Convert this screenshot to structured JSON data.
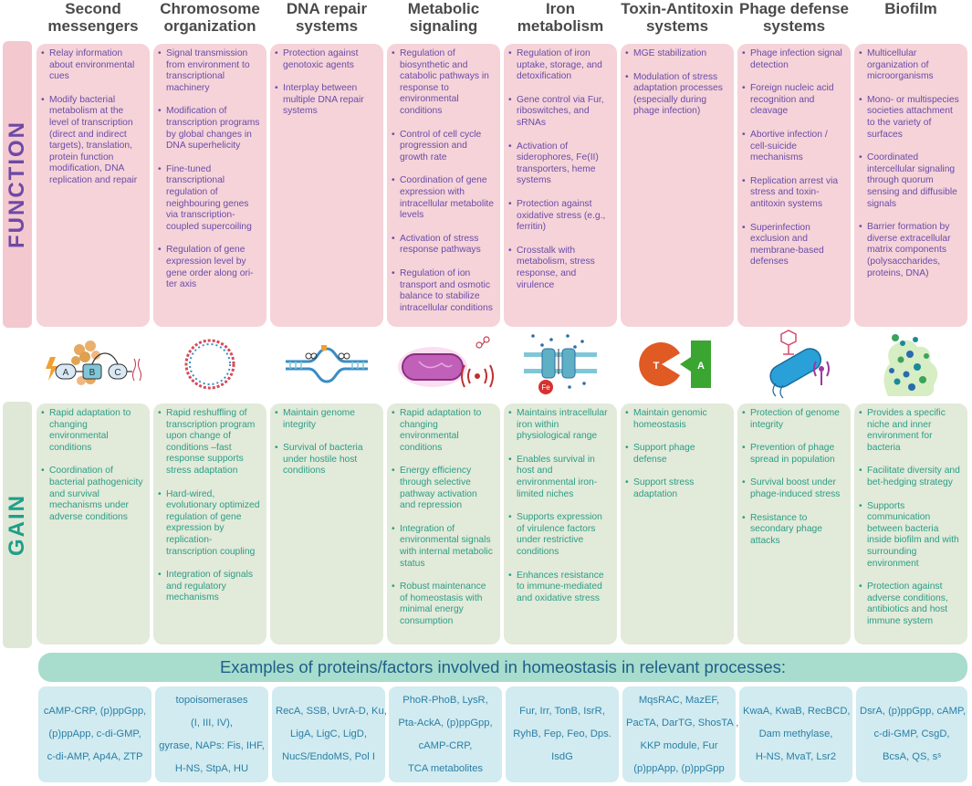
{
  "columns": [
    {
      "title": "Second messengers",
      "function": [
        "Relay information about environmental cues",
        "Modify bacterial metabolism at the level of transcription (direct and indirect targets), translation, protein function modification, DNA replication and repair"
      ],
      "gain": [
        "Rapid adaptation to changing environmental conditions",
        "Coordination of bacterial pathogenicity and survival mechanisms under adverse conditions"
      ],
      "examples": [
        "cAMP-CRP, (p)ppGpp,",
        "(p)ppApp, c-di-GMP,",
        "c-di-AMP, Ap4A, ZTP"
      ]
    },
    {
      "title": "Chromosome organization",
      "function": [
        "Signal transmission from environment to transcriptional machinery",
        "Modification of transcription programs by global changes in DNA superhelicity",
        "Fine-tuned transcriptional regulation of neighbouring genes via transcription-coupled supercoiling",
        "Regulation of gene expression level by gene order along ori-ter axis"
      ],
      "gain": [
        "Rapid reshuffling of transcription program upon change of conditions –fast response supports stress adaptation",
        "Hard-wired, evolutionary optimized regulation of gene expression by replication-transcription coupling",
        "Integration of signals and regulatory mechanisms"
      ],
      "examples": [
        "topoisomerases",
        "(I, III, IV),",
        "gyrase, NAPs: Fis, IHF,",
        "H-NS, StpA, HU"
      ]
    },
    {
      "title": "DNA repair systems",
      "function": [
        "Protection against genotoxic agents",
        "Interplay between multiple DNA repair systems"
      ],
      "gain": [
        "Maintain genome integrity",
        "Survival of bacteria under hostile host conditions"
      ],
      "examples": [
        "RecA, SSB, UvrA-D, Ku,",
        "LigA, LigC, LigD,",
        "NucS/EndoMS, Pol I"
      ]
    },
    {
      "title": "Metabolic signaling",
      "function": [
        "Regulation of biosynthetic and catabolic pathways in response to environmental conditions",
        "Control of cell cycle progression and growth rate",
        "Coordination of gene expression with intracellular metabolite levels",
        "Activation of stress response pathways",
        "Regulation of ion transport and osmotic balance to stabilize intracellular conditions"
      ],
      "gain": [
        "Rapid adaptation to changing environmental conditions",
        "Energy efficiency through selective pathway activation and repression",
        "Integration of environmental signals with internal metabolic status",
        "Robust maintenance of homeostasis with minimal energy consumption"
      ],
      "examples": [
        "PhoR-PhoB, LysR,",
        "Pta-AckA, (p)ppGpp,",
        "cAMP-CRP,",
        "TCA metabolites"
      ]
    },
    {
      "title": "Iron metabolism",
      "function": [
        "Regulation of iron uptake, storage, and detoxification",
        "Gene control via Fur, riboswitches, and sRNAs",
        "Activation of siderophores, Fe(II) transporters, heme systems",
        "Protection against oxidative stress (e.g., ferritin)",
        "Crosstalk with metabolism, stress response, and virulence"
      ],
      "gain": [
        "Maintains intracellular iron within physiological range",
        "Enables survival in host and environmental iron-limited niches",
        "Supports expression of virulence factors under restrictive conditions",
        "Enhances resistance to immune-mediated and oxidative stress"
      ],
      "examples": [
        "Fur, Irr, TonB, IsrR,",
        "RyhB, Fep, Feo, Dps.",
        "IsdG"
      ]
    },
    {
      "title": "Toxin-Antitoxin systems",
      "function": [
        "MGE stabilization",
        "Modulation of stress adaptation processes (especially during phage infection)"
      ],
      "gain": [
        "Maintain genomic homeostasis",
        "Support phage defense",
        "Support stress adaptation"
      ],
      "examples": [
        "MqsRAC, MazEF,",
        "PacTA, DarTG, ShosTA ,",
        "KKP module, Fur",
        "(p)ppApp, (p)ppGpp"
      ]
    },
    {
      "title": "Phage defense systems",
      "function": [
        "Phage infection signal detection",
        "Foreign nucleic acid recognition and cleavage",
        "Abortive infection / cell-suicide mechanisms",
        "Replication arrest via stress and toxin-antitoxin systems",
        "Superinfection exclusion and membrane-based defenses"
      ],
      "gain": [
        "Protection of genome integrity",
        "Prevention of phage spread in population",
        "Survival boost under phage-induced stress",
        "Resistance to secondary phage attacks"
      ],
      "examples": [
        "KwaA, KwaB, RecBCD,",
        "Dam methylase,",
        "H-NS, MvaT, Lsr2"
      ]
    },
    {
      "title": "Biofilm",
      "function": [
        "Multicellular organization of microorganisms",
        "Mono- or multispecies societies attachment to the variety of surfaces",
        "Coordinated intercellular signaling through quorum sensing and diffusible signals",
        "Barrier formation by diverse extracellular matrix components (polysaccharides, proteins, DNA)"
      ],
      "gain": [
        "Provides a specific niche and inner environment for bacteria",
        "Facilitate diversity and bet-hedging strategy",
        "Supports communication between bacteria inside biofilm and with surrounding environment",
        "Protection against adverse conditions, antibiotics and host immune system"
      ],
      "examples": [
        "DsrA, (p)ppGpp, cAMP,",
        "c-di-GMP, CsgD,",
        "BcsA, QS, sˢ"
      ]
    }
  ],
  "side_labels": {
    "function": "FUNCTION",
    "gain": "GAIN"
  },
  "banner": "Examples of proteins/factors involved in homeostasis in relevant processes:",
  "icon_text": {
    "node_a": "A",
    "node_b": "B",
    "node_c": "C",
    "toxin": "T",
    "antitoxin": "A",
    "fe": "Fe"
  },
  "colors": {
    "function_card": "#f5d3d8",
    "function_text": "#6b4ba8",
    "gain_card": "#e2ead9",
    "gain_text": "#2a9d86",
    "banner": "#a8dccc",
    "banner_text": "#1d5f8a",
    "example_card": "#d1ebf0",
    "example_text": "#2b7fa6",
    "header_text": "#4a4a4a"
  }
}
